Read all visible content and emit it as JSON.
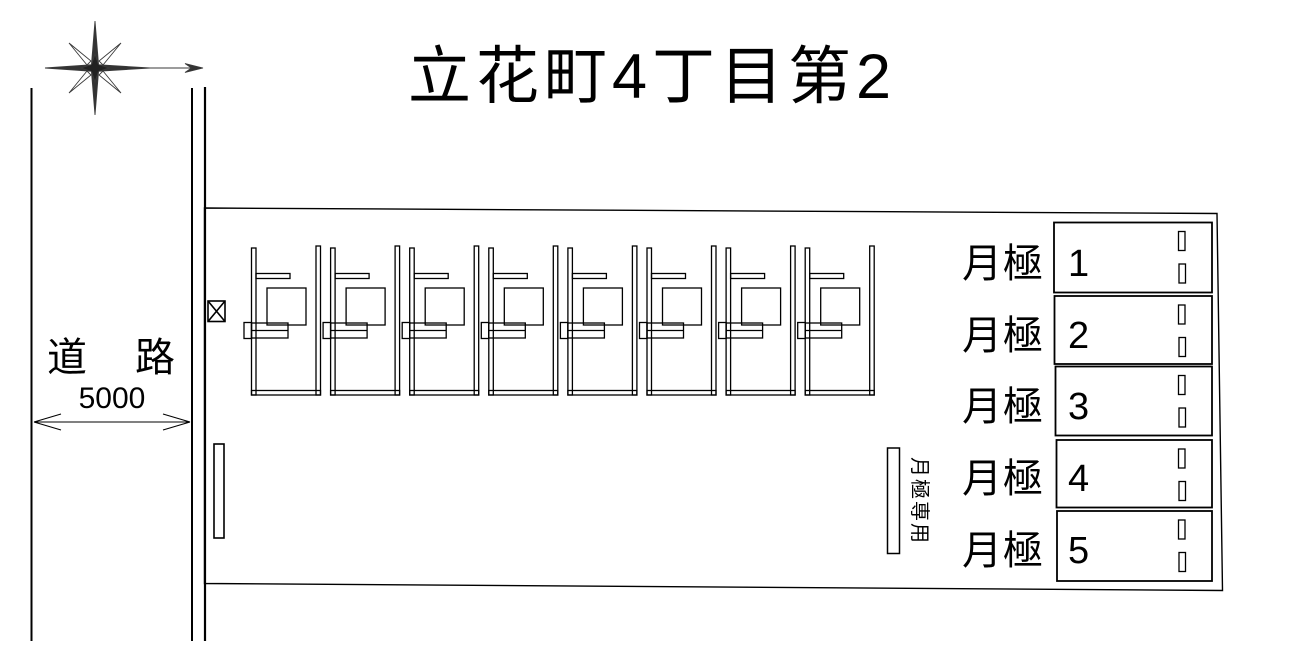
{
  "title": "立花町4丁目第2",
  "compass": {
    "type": "north-arrow"
  },
  "road": {
    "label": "道　路",
    "width_label": "5000"
  },
  "site": {
    "unit_count": 8
  },
  "parking": {
    "sign_text": "月極専用",
    "stalls": [
      {
        "label": "月極",
        "number": "1"
      },
      {
        "label": "月極",
        "number": "2"
      },
      {
        "label": "月極",
        "number": "3"
      },
      {
        "label": "月極",
        "number": "4"
      },
      {
        "label": "月極",
        "number": "5"
      }
    ]
  },
  "colors": {
    "line": "#000000",
    "background": "#ffffff"
  }
}
